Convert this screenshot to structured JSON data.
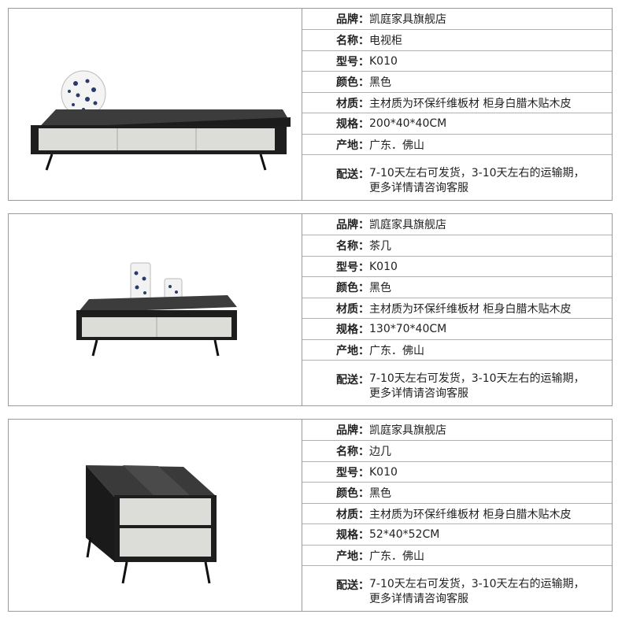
{
  "labels": {
    "brand": "品牌：",
    "name": "名称：",
    "model": "型号：",
    "color": "颜色：",
    "material": "材质：",
    "size": "规格：",
    "origin": "产地：",
    "shipping": "配送："
  },
  "products": [
    {
      "brand": "凯庭家具旗舰店",
      "name": "电视柜",
      "model": "K010",
      "color": "黑色",
      "material": "主材质为环保纤维板材  柜身白腊木贴木皮",
      "size": "200*40*40CM",
      "origin": "广东．佛山",
      "shipping_line1": "7-10天左右可发货，3-10天左右的运输期，",
      "shipping_line2": "更多详情请咨询客服"
    },
    {
      "brand": "凯庭家具旗舰店",
      "name": "茶几",
      "model": "K010",
      "color": "黑色",
      "material": "主材质为环保纤维板材  柜身白腊木贴木皮",
      "size": "130*70*40CM",
      "origin": "广东．佛山",
      "shipping_line1": "7-10天左右可发货，3-10天左右的运输期，",
      "shipping_line2": "更多详情请咨询客服"
    },
    {
      "brand": "凯庭家具旗舰店",
      "name": "边几",
      "model": "K010",
      "color": "黑色",
      "material": "主材质为环保纤维板材  柜身白腊木贴木皮",
      "size": "52*40*52CM",
      "origin": "广东．佛山",
      "shipping_line1": "7-10天左右可发货，3-10天左右的运输期，",
      "shipping_line2": "更多详情请咨询客服"
    }
  ]
}
